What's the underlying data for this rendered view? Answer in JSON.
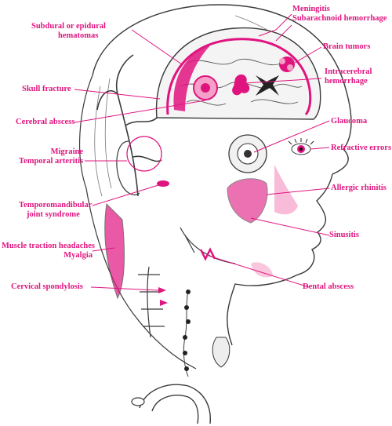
{
  "colors": {
    "accent": "#e0147f",
    "ink": "#3a3a3a",
    "shade": "#f5a0c8"
  },
  "labels": {
    "meningitis": "Meningitis",
    "subarachnoid": "Subarachnoid hemorrhage",
    "subdural_line1": "Subdural or epidural",
    "subdural_line2": "hematomas",
    "brain_tumors": "Brain tumors",
    "intracerebral_line1": "Intracerebral",
    "intracerebral_line2": "hemorrhage",
    "skull_fracture": "Skull fracture",
    "cerebral_abscess": "Cerebral abscess",
    "glaucoma": "Glaucoma",
    "refractive_errors": "Refractive errors",
    "migraine": "Migraine",
    "temporal_arteritis": "Temporal arteritis",
    "allergic_rhinitis": "Allergic rhinitis",
    "tmj_line1": "Temporomandibular",
    "tmj_line2": "joint syndrome",
    "sinusitis": "Sinusitis",
    "muscle_line1": "Muscle traction headaches",
    "muscle_line2": "Myalgia",
    "cervical": "Cervical spondylosis",
    "dental": "Dental abscess"
  }
}
